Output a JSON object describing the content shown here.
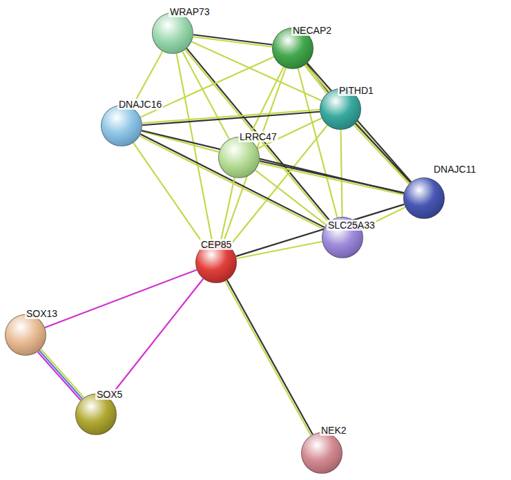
{
  "diagram": {
    "nodes": [
      {
        "text": [
          "WRAP73"
        ]
      },
      {
        "text": [
          "NECAP2"
        ]
      },
      {
        "text": [
          "DNAJC16"
        ]
      },
      {
        "text": [
          "PITHD1"
        ]
      },
      {
        "text": [
          "LRRC47"
        ]
      },
      {
        "text": [
          "DNAJC11"
        ]
      },
      {
        "text": [
          "SLC25A33"
        ]
      },
      {
        "text": [
          "CEP85"
        ]
      },
      {
        "text": [
          "SOX13"
        ]
      },
      {
        "text": [
          "SOX5"
        ]
      },
      {
        "text": [
          "NEK2"
        ]
      }
    ],
    "edges": [
      {
        "from": 0,
        "to": 1,
        "arrow": "none"
      },
      {
        "from": 0,
        "to": 3,
        "arrow": "none"
      },
      {
        "from": 0,
        "to": 2,
        "arrow": "none"
      },
      {
        "from": 0,
        "to": 4,
        "arrow": "none"
      },
      {
        "from": 0,
        "to": 6,
        "arrow": "none"
      },
      {
        "from": 0,
        "to": 7,
        "arrow": "none"
      },
      {
        "from": 1,
        "to": 2,
        "arrow": "none"
      },
      {
        "from": 1,
        "to": 3,
        "arrow": "none"
      },
      {
        "from": 1,
        "to": 5,
        "arrow": "none"
      },
      {
        "from": 1,
        "to": 4,
        "arrow": "none"
      },
      {
        "from": 1,
        "to": 6,
        "arrow": "none"
      },
      {
        "from": 1,
        "to": 7,
        "arrow": "none"
      },
      {
        "from": 3,
        "to": 2,
        "arrow": "none"
      },
      {
        "from": 3,
        "to": 4,
        "arrow": "none"
      },
      {
        "from": 3,
        "to": 5,
        "arrow": "none"
      },
      {
        "from": 3,
        "to": 6,
        "arrow": "none"
      },
      {
        "from": 3,
        "to": 7,
        "arrow": "none"
      },
      {
        "from": 2,
        "to": 4,
        "arrow": "none"
      },
      {
        "from": 2,
        "to": 6,
        "arrow": "none"
      },
      {
        "from": 2,
        "to": 7,
        "arrow": "none"
      },
      {
        "from": 2,
        "to": 5,
        "arrow": "none"
      },
      {
        "from": 4,
        "to": 5,
        "arrow": "none"
      },
      {
        "from": 4,
        "to": 6,
        "arrow": "none"
      },
      {
        "from": 4,
        "to": 7,
        "arrow": "none"
      },
      {
        "from": 5,
        "to": 6,
        "arrow": "none"
      },
      {
        "from": 5,
        "to": 7,
        "arrow": "none"
      },
      {
        "from": 7,
        "to": 6,
        "arrow": "none"
      },
      {
        "from": 7,
        "to": 8,
        "arrow": "none"
      },
      {
        "from": 7,
        "to": 9,
        "arrow": "none"
      },
      {
        "from": 7,
        "to": 10,
        "arrow": "none"
      },
      {
        "from": 8,
        "to": 9,
        "arrow": "none"
      }
    ]
  }
}
